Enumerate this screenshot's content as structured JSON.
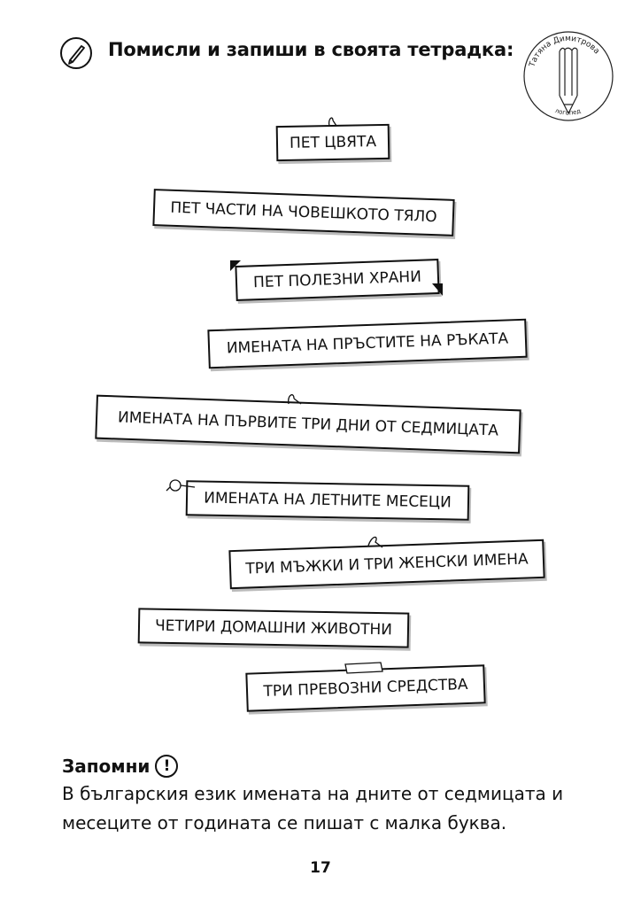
{
  "header": {
    "title": "Помисли и запиши в своята тетрадка:"
  },
  "logo": {
    "name": "Татяна Димитрова",
    "role": "логопед"
  },
  "prompts": [
    "ПЕТ ЦВЯТА",
    "ПЕТ ЧАСТИ НА ЧОВЕШКОТО ТЯЛО",
    "ПЕТ ПОЛЕЗНИ ХРАНИ",
    "ИМЕНАТА НА ПРЪСТИТЕ НА РЪКАТА",
    "ИМЕНАТА НА ПЪРВИТЕ ТРИ ДНИ ОТ СЕДМИЦАТА",
    "ИМЕНАТА НА ЛЕТНИТЕ МЕСЕЦИ",
    "ТРИ МЪЖКИ И ТРИ ЖЕНСКИ ИМЕНА",
    "ЧЕТИРИ ДОМАШНИ ЖИВОТНИ",
    "ТРИ ПРЕВОЗНИ СРЕДСТВА"
  ],
  "remember": {
    "title": "Запомни",
    "symbol": "!",
    "text": "В българския език имената на дните от седмицата и месеците от годината се пишат с малка буква."
  },
  "page_number": "17"
}
